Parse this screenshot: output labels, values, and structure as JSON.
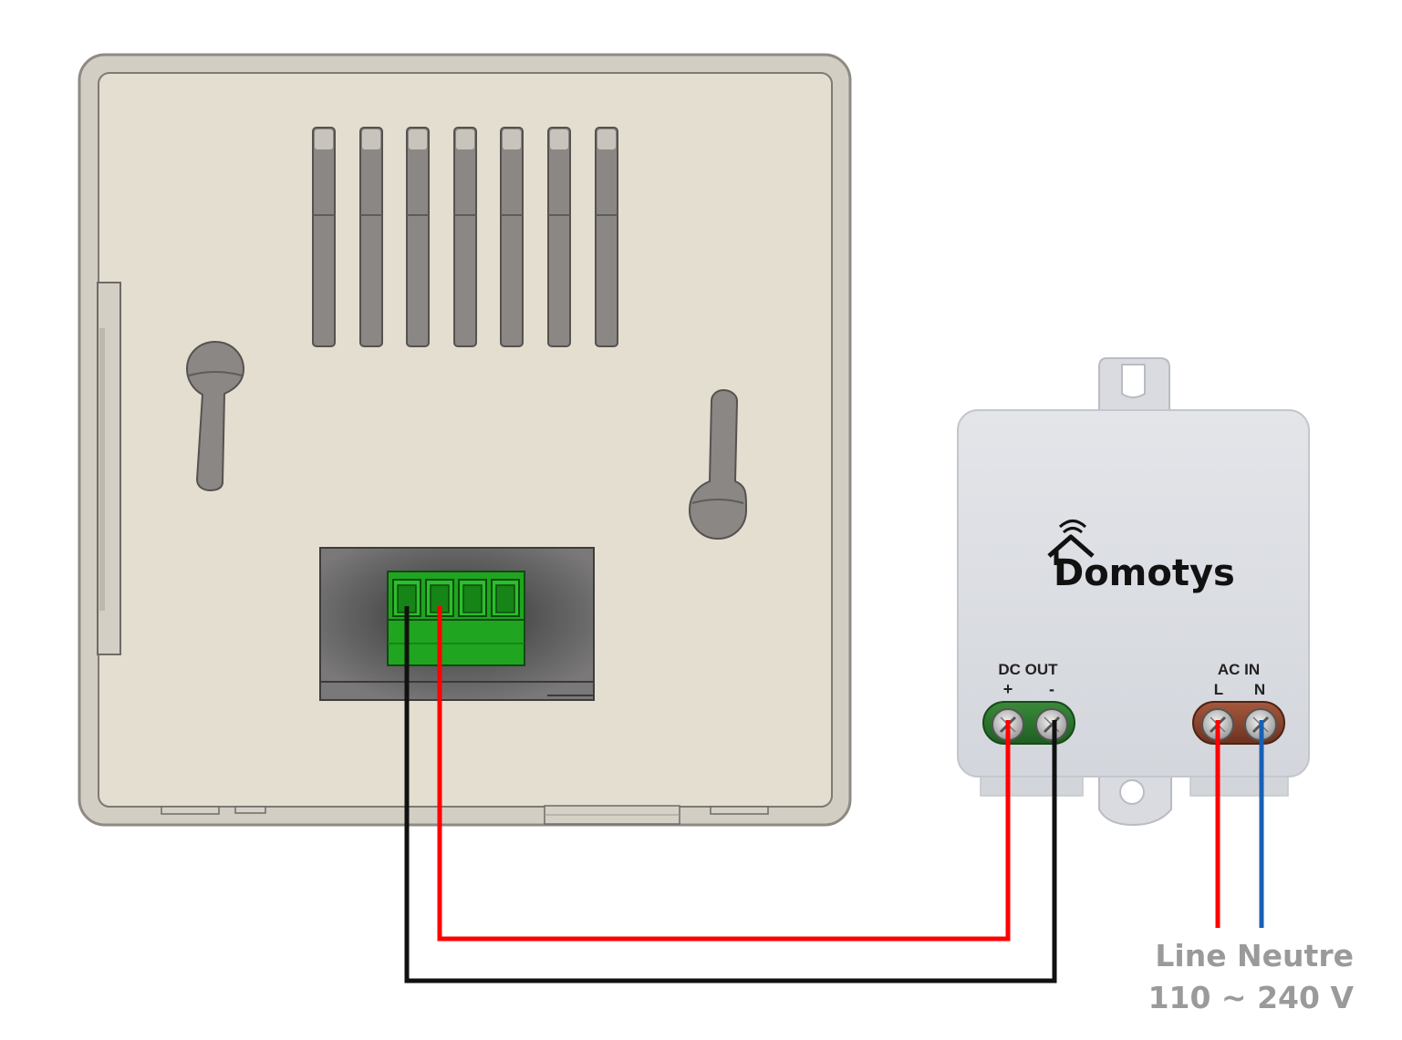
{
  "psu": {
    "brand": "Domotys",
    "dc_out": {
      "title": "DC OUT",
      "plus": "+",
      "minus": "-"
    },
    "ac_in": {
      "title": "AC IN",
      "line": "L",
      "neutral": "N"
    }
  },
  "caption": {
    "line1": "Line Neutre",
    "line2": "110 ~ 240 V"
  },
  "colors": {
    "wire_positive": "#ff0000",
    "wire_negative": "#111111",
    "wire_line": "#ff0000",
    "wire_neutral": "#1a5fb4",
    "terminal_block": "#1fa51f",
    "device_body": "#e4ded0"
  }
}
